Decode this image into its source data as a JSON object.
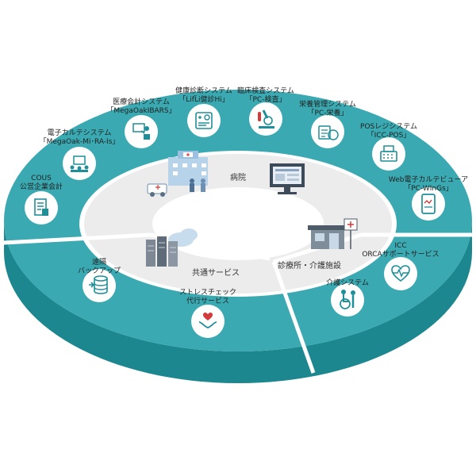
{
  "colors": {
    "ring_top": "#3aa9b1",
    "ring_side": "#1d8790",
    "inner_fill": "#ececec",
    "divider": "#ffffff",
    "icon_stroke": "#1e8f99"
  },
  "zones": {
    "hospital": "病院",
    "common": "共通サービス",
    "clinic": "診療所・介護施設"
  },
  "services": [
    {
      "lines": [
        "COUS",
        "公営企業会計"
      ],
      "icon": "document-icon"
    },
    {
      "lines": [
        "電子カルテシステム",
        "「MegaOak-Mi･RA-Is」"
      ],
      "icon": "meeting-icon"
    },
    {
      "lines": [
        "医療会計システム",
        "「MegaOakIBARS」"
      ],
      "icon": "presenter-icon"
    },
    {
      "lines": [
        "健康診断システム",
        "「LifL̈i健診Hi」"
      ],
      "icon": "checkup-icon"
    },
    {
      "lines": [
        "臨床検査システム",
        "「PC-検査」"
      ],
      "icon": "microscope-icon"
    },
    {
      "lines": [
        "栄養管理システム",
        "「PC-栄養」"
      ],
      "icon": "nutrition-icon"
    },
    {
      "lines": [
        "POSレジシステム",
        "「ICC-POS」"
      ],
      "icon": "register-icon"
    },
    {
      "lines": [
        "Web電子カルテビューア",
        "「PC-WInGs」"
      ],
      "icon": "tablet-icon"
    },
    {
      "lines": [
        "ICC",
        "ORCAサポートサービス"
      ],
      "icon": "heartbeat-icon"
    },
    {
      "lines": [
        "介護システム"
      ],
      "icon": "care-icon"
    },
    {
      "lines": [
        "ストレスチェック",
        "代行サービス"
      ],
      "icon": "heart-hands-icon"
    },
    {
      "lines": [
        "遠隔",
        "バックアップ"
      ],
      "icon": "database-icon"
    }
  ]
}
